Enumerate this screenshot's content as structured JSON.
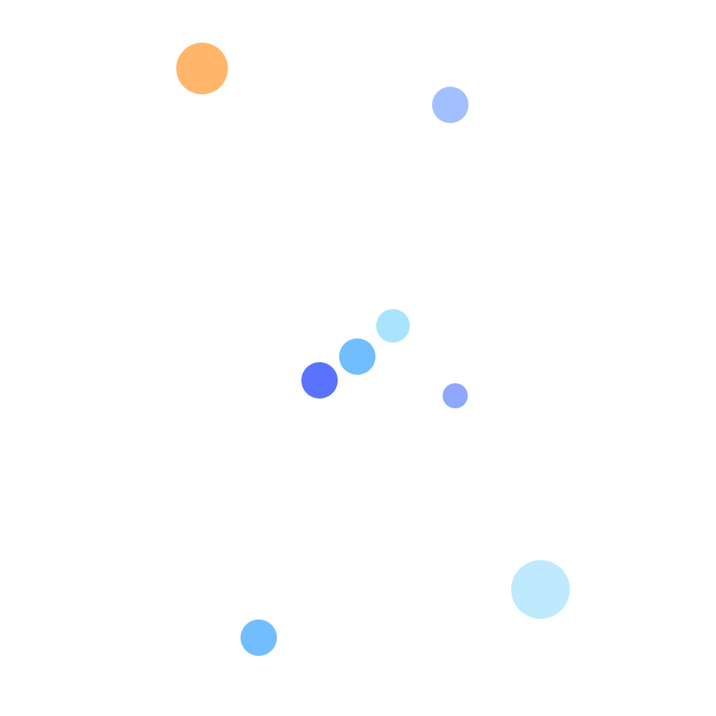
{
  "scene": {
    "background": "#ffffff",
    "bubbles": [
      {
        "color": "#ffb66b",
        "name": "bubble-orange"
      },
      {
        "color": "#a2bfff",
        "name": "bubble-periwinkle-top"
      },
      {
        "color": "#a8e4fd",
        "name": "bubble-pale-blue-center"
      },
      {
        "color": "#72bdfd",
        "name": "bubble-sky-blue-center"
      },
      {
        "color": "#5a73fe",
        "name": "bubble-royal-blue-center"
      },
      {
        "color": "#8fa7fd",
        "name": "bubble-lavender-right"
      },
      {
        "color": "#bfe9fd",
        "name": "bubble-pale-blue-large"
      },
      {
        "color": "#72bdfd",
        "name": "bubble-sky-blue-bottom"
      }
    ]
  }
}
